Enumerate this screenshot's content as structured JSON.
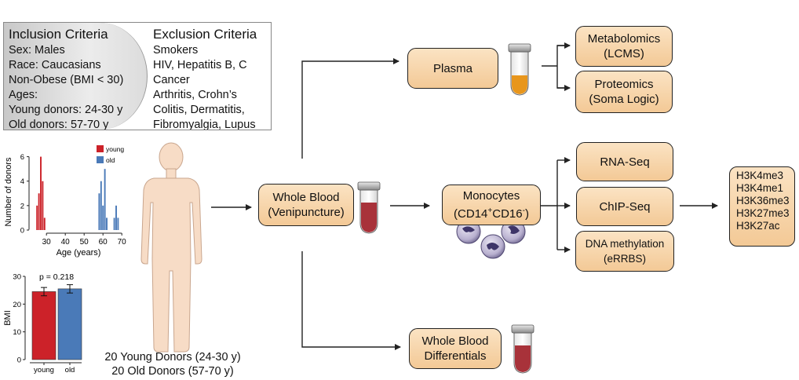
{
  "inclusion": {
    "title": "Inclusion Criteria",
    "lines": [
      "Sex: Males",
      "Race: Caucasians",
      "Non-Obese (BMI < 30)",
      "Ages:",
      "Young donors: 24-30 y",
      "Old donors: 57-70 y"
    ]
  },
  "exclusion": {
    "title": "Exclusion Criteria",
    "lines": [
      "Smokers",
      "HIV, Hepatitis B, C",
      "Cancer",
      "Arthritis, Crohn’s",
      "Colitis, Dermatitis,",
      "Fibromyalgia, Lupus"
    ]
  },
  "flow": {
    "plasma": "Plasma",
    "metabolomics": [
      "Metabolomics",
      "(LCMS)"
    ],
    "proteomics": [
      "Proteomics",
      "(Soma Logic)"
    ],
    "whole_blood": [
      "Whole Blood",
      "(Venipuncture)"
    ],
    "monocytes_line1": "Monocytes",
    "monocytes_line2": {
      "open": "(CD14",
      "sup1": "+",
      "mid": "CD16",
      "sup2": "-",
      "close": ")"
    },
    "rnaseq": "RNA-Seq",
    "chipseq": "ChIP-Seq",
    "dnameth": [
      "DNA methylation",
      "(eRRBS)"
    ],
    "differentials": [
      "Whole Blood",
      "Differentials"
    ],
    "histone_marks": [
      "H3K4me3",
      "H3K4me1",
      "H3K36me3",
      "H3K27me3",
      "H3K27ac"
    ]
  },
  "donors": [
    "20 Young Donors (24-30 y)",
    "20 Old Donors (57-70 y)"
  ],
  "colors": {
    "young": "#cc2229",
    "old": "#4a7ab8",
    "box_fill": "#f6d2a6",
    "plasma": "#e8961c",
    "blood": "#a8323a",
    "skin": "#f7dcc6"
  },
  "chart_data": [
    {
      "type": "bar",
      "title": "",
      "xlabel": "Age (years)",
      "ylabel": "Number of donors",
      "xlim": [
        22,
        72
      ],
      "ylim": [
        0,
        7
      ],
      "xticks": [
        "30",
        "40",
        "50",
        "60",
        "70"
      ],
      "yticks": [
        "0",
        "2",
        "4",
        "6"
      ],
      "legend": {
        "placement": "top-right",
        "entries": [
          "young",
          "old"
        ]
      },
      "series": [
        {
          "name": "young",
          "color": "#cc2229",
          "x": [
            25,
            26,
            27,
            28,
            29
          ],
          "values": [
            2,
            3,
            6,
            4,
            1
          ]
        },
        {
          "name": "old",
          "color": "#4a7ab8",
          "x": [
            58,
            59,
            60,
            61,
            62,
            66,
            67,
            68
          ],
          "values": [
            3,
            4,
            2,
            5,
            1,
            1,
            2,
            1
          ]
        }
      ]
    },
    {
      "type": "bar",
      "title": "",
      "xlabel": "",
      "ylabel": "BMI",
      "ylim": [
        0,
        30
      ],
      "yticks": [
        "0",
        "10",
        "20",
        "30"
      ],
      "categories": [
        "young",
        "old"
      ],
      "values": [
        24.5,
        25.5
      ],
      "errors": [
        1.5,
        1.5
      ],
      "colors": [
        "#cc2229",
        "#4a7ab8"
      ],
      "annotation": "p = 0.218"
    }
  ]
}
